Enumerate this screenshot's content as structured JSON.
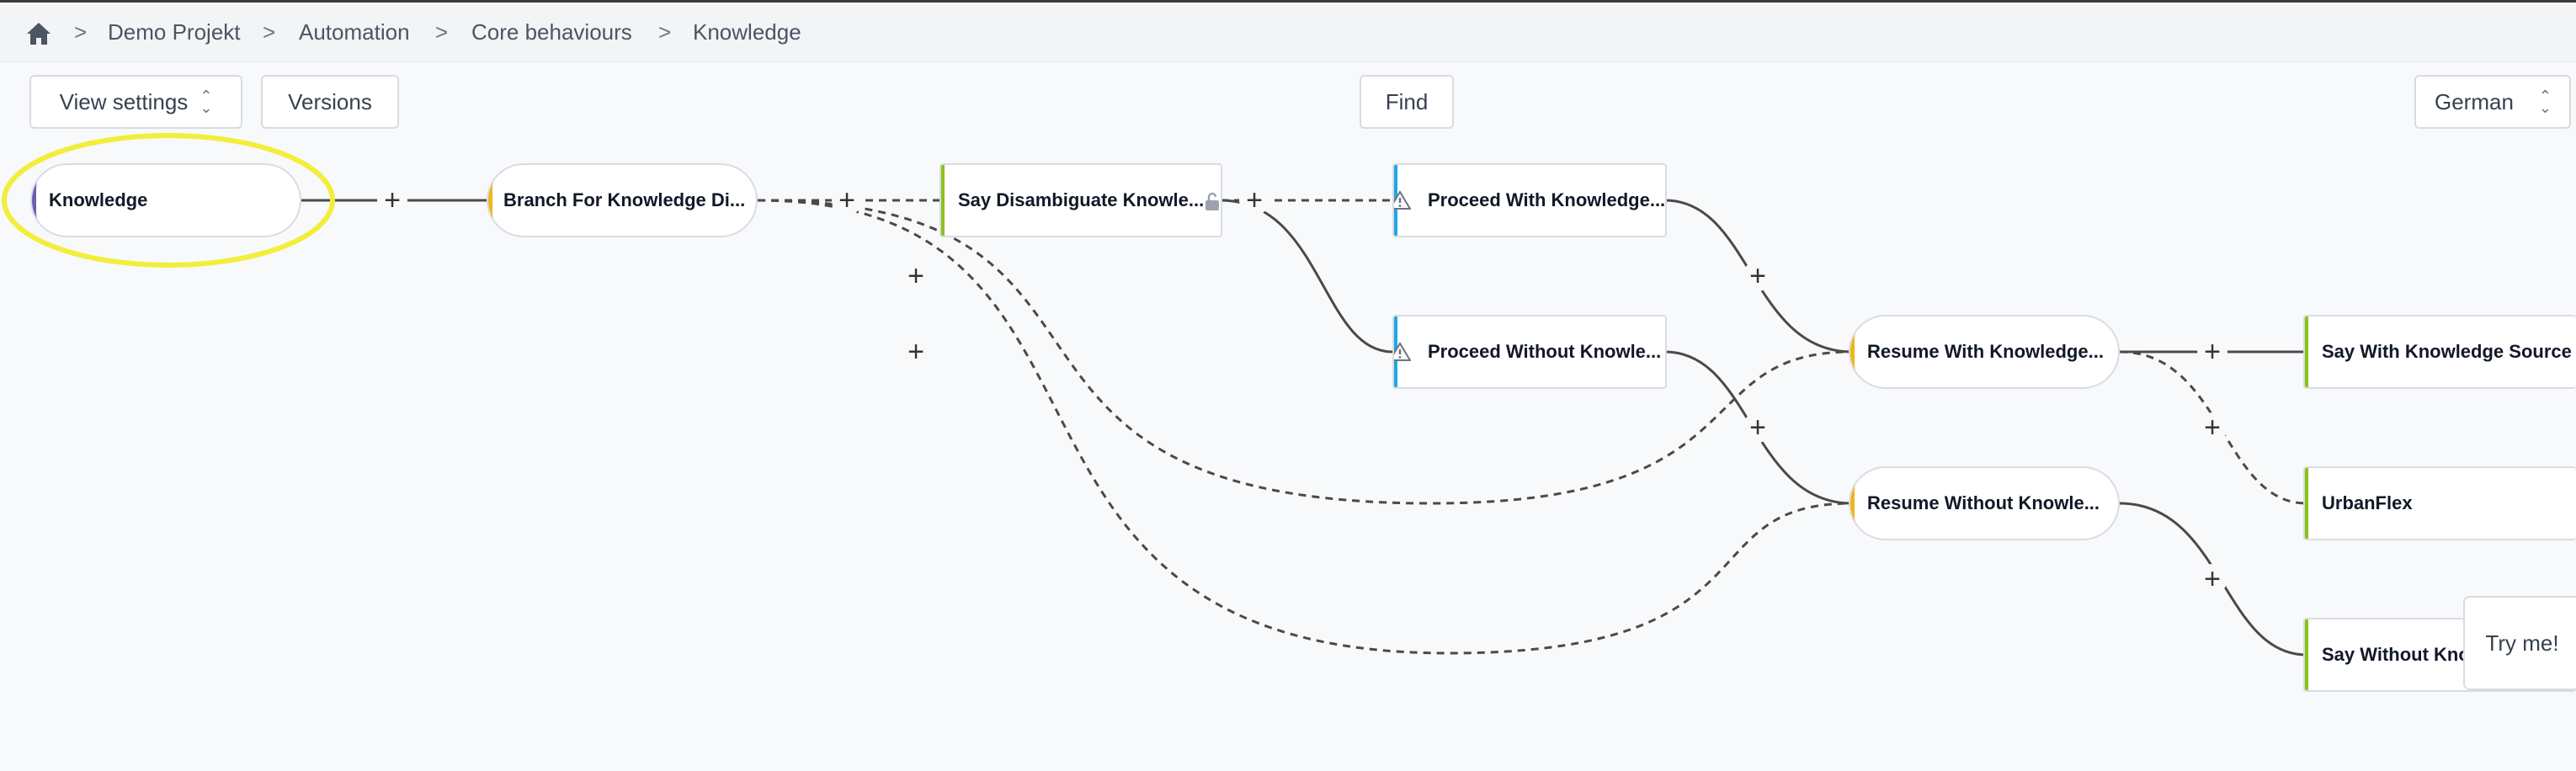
{
  "breadcrumb": {
    "home_icon": "home-icon",
    "items": [
      "Demo Projekt",
      "Automation",
      "Core behaviours",
      "Knowledge"
    ],
    "separator": ">"
  },
  "toolbar": {
    "view_settings_label": "View settings",
    "versions_label": "Versions",
    "find_label": "Find",
    "language_value": "German"
  },
  "flow": {
    "nodes": [
      {
        "id": "knowledge",
        "label": "Knowledge",
        "kind": "trigger",
        "accent": "#6b5fb0",
        "selected": true
      },
      {
        "id": "branch",
        "label": "Branch For Knowledge Di...",
        "kind": "logic",
        "accent": "#f2b51a"
      },
      {
        "id": "say-disambiguate",
        "label": "Say Disambiguate Knowle...",
        "kind": "say",
        "accent": "#8bc21a",
        "locked": true
      },
      {
        "id": "proceed-with",
        "label": "Proceed With Knowledge...",
        "kind": "condition",
        "accent": "#1ea7e1",
        "warning": true
      },
      {
        "id": "proceed-without",
        "label": "Proceed Without Knowle...",
        "kind": "condition",
        "accent": "#1ea7e1",
        "warning": true
      },
      {
        "id": "resume-with",
        "label": "Resume With Knowledge...",
        "kind": "logic",
        "accent": "#f2b51a"
      },
      {
        "id": "resume-without",
        "label": "Resume Without Knowle...",
        "kind": "logic",
        "accent": "#f2b51a"
      },
      {
        "id": "say-with-source",
        "label": "Say With Knowledge Source",
        "kind": "say",
        "accent": "#8bc21a"
      },
      {
        "id": "urbanflex",
        "label": "UrbanFlex",
        "kind": "say",
        "accent": "#8bc21a"
      },
      {
        "id": "say-without",
        "label": "Say Without Knowle",
        "kind": "say",
        "accent": "#8bc21a"
      }
    ],
    "add_symbol": "+",
    "highlight_color": "#f2ee3a"
  },
  "try_me_label": "Try me!",
  "colors": {
    "trigger": "#6b5fb0",
    "logic": "#f2b51a",
    "say": "#8bc21a",
    "condition": "#1ea7e1"
  }
}
